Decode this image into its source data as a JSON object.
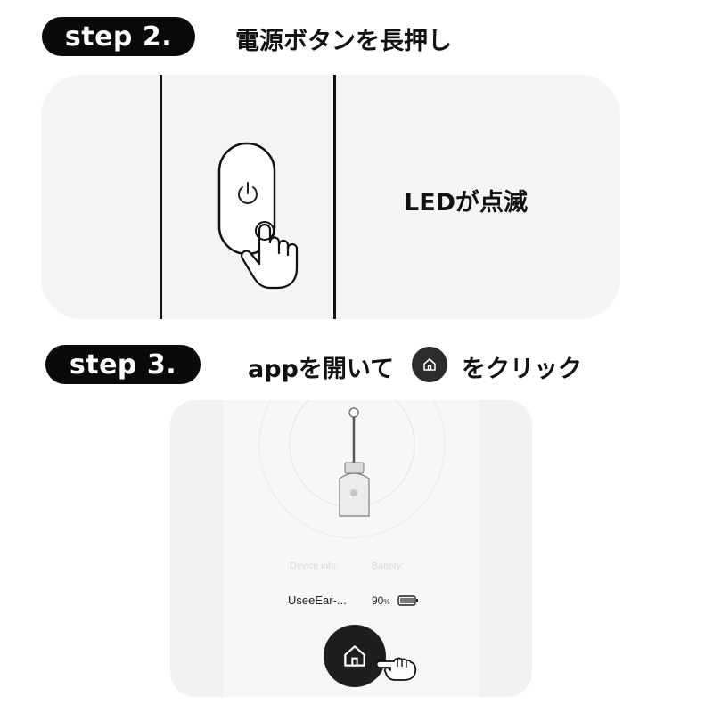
{
  "step2": {
    "badge": "step 2.",
    "title": "電源ボタンを長押し",
    "led_text": "LEDが点滅"
  },
  "step3": {
    "badge": "step 3.",
    "title_before": "appを開いて",
    "title_after": "をクリック"
  },
  "app": {
    "device_info_label": "Device info:",
    "battery_label": "Battery:",
    "device_name": "UseeEar-...",
    "battery_value": "90",
    "battery_unit": "%"
  },
  "icons": {
    "power": "power-icon",
    "pointer": "hand-pointer-icon",
    "home": "home-icon",
    "battery": "battery-icon"
  }
}
